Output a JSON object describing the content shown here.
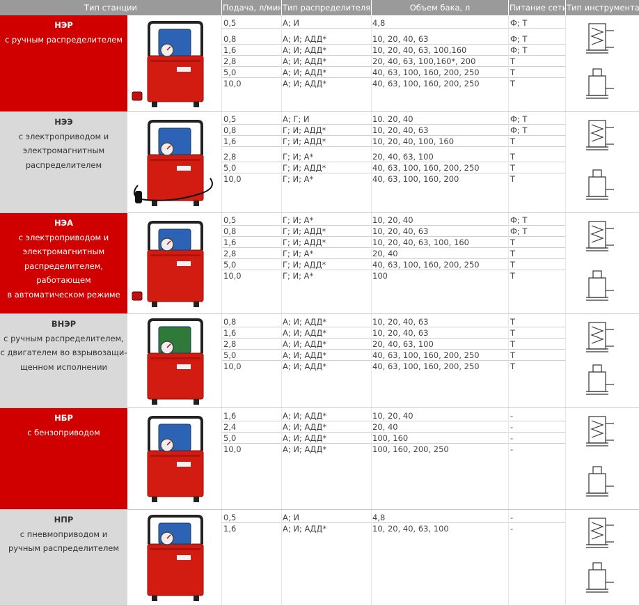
{
  "header": {
    "station_type": "Тип станции",
    "flow": "Подача, л/мин",
    "valve_type": "Тип распределителя",
    "tank_volume": "Объем бака, л",
    "power_supply": "Питание сети",
    "tool_type": "Тип инструмента"
  },
  "colors": {
    "accent_red": "#d10000",
    "row_grey": "#d9d9d9",
    "header_grey": "#9a9a9a"
  },
  "stations": [
    {
      "name": "НЭР",
      "desc": "с ручным распределителем",
      "rows": [
        {
          "flow": "0,5",
          "valve": "А; И",
          "tank": "4,8",
          "power": "Ф; Т"
        },
        {
          "flow": "0,8",
          "valve": "А; И; АДД*",
          "tank": "10, 20, 40, 63",
          "power": "Ф; Т"
        },
        {
          "flow": "1,6",
          "valve": "А; И; АДД*",
          "tank": "10, 20, 40, 63, 100,160",
          "power": "Ф; Т"
        },
        {
          "flow": "2,8",
          "valve": "А; И; АДД*",
          "tank": "20, 40, 63, 100,160*, 200",
          "power": "Т"
        },
        {
          "flow": "5,0",
          "valve": "А; И; АДД*",
          "tank": "40, 63, 100, 160, 200, 250",
          "power": "Т"
        },
        {
          "flow": "10,0",
          "valve": "А; И; АДД*",
          "tank": "40, 63, 100, 160, 200, 250",
          "power": "Т"
        }
      ]
    },
    {
      "name": "НЭЭ",
      "desc": "с электроприводом и\nэлектромагнитным\nраспределителем",
      "rows": [
        {
          "flow": "0,5",
          "valve": "А; Г; И",
          "tank": "10. 20, 40",
          "power": "Ф; Т"
        },
        {
          "flow": "0,8",
          "valve": "Г; И; АДД*",
          "tank": "10, 20, 40, 63",
          "power": "Ф; Т"
        },
        {
          "flow": "1,6",
          "valve": "Г; И; АДД*",
          "tank": "10, 20, 40, 100, 160",
          "power": "Т"
        },
        {
          "flow": "2,8",
          "valve": "Г; И; А*",
          "tank": "20, 40, 63, 100",
          "power": "Т"
        },
        {
          "flow": "5,0",
          "valve": "Г; И; АДД*",
          "tank": "40, 63, 100, 160, 200, 250",
          "power": "Т"
        },
        {
          "flow": "10,0",
          "valve": "Г; И; А*",
          "tank": "40, 63, 100, 160, 200",
          "power": "Т"
        }
      ]
    },
    {
      "name": "НЭА",
      "desc": "с электроприводом и\nэлектромагнитным\nраспределителем, работающем\nв автоматическом режиме",
      "rows": [
        {
          "flow": "0,5",
          "valve": "Г; И; А*",
          "tank": "10, 20, 40",
          "power": "Ф; Т"
        },
        {
          "flow": "0,8",
          "valve": "Г; И; АДД*",
          "tank": "10, 20, 40, 63",
          "power": "Ф; Т"
        },
        {
          "flow": "1,6",
          "valve": "Г; И; АДД*",
          "tank": "10, 20, 40, 63, 100, 160",
          "power": "Т"
        },
        {
          "flow": "2,8",
          "valve": "Г; И; А*",
          "tank": "20, 40",
          "power": "Т"
        },
        {
          "flow": "5,0",
          "valve": "Г; И; АДД*",
          "tank": "40, 63, 100, 160, 200, 250",
          "power": "Т"
        },
        {
          "flow": "10,0",
          "valve": "Г; И; А*",
          "tank": "100",
          "power": "Т"
        }
      ]
    },
    {
      "name": "ВНЭР",
      "desc": "с ручным распределителем,\nс двигателем во взрывозащи-\nщенном исполнении",
      "rows": [
        {
          "flow": "0,8",
          "valve": "А; И; АДД*",
          "tank": "10, 20, 40, 63",
          "power": "Т"
        },
        {
          "flow": "1,6",
          "valve": "А; И; АДД*",
          "tank": "10, 20, 40, 63",
          "power": "Т"
        },
        {
          "flow": "2,8",
          "valve": "А; И; АДД*",
          "tank": "20, 40, 63, 100",
          "power": "Т"
        },
        {
          "flow": "5,0",
          "valve": "А; И; АДД*",
          "tank": "40, 63, 100, 160, 200, 250",
          "power": "Т"
        },
        {
          "flow": "10,0",
          "valve": "А; И; АДД*",
          "tank": "40, 63, 100, 160, 200, 250",
          "power": "Т"
        }
      ]
    },
    {
      "name": "НБР",
      "desc": "с бензоприводом",
      "rows": [
        {
          "flow": "1,6",
          "valve": "А; И; АДД*",
          "tank": "10, 20, 40",
          "power": "-"
        },
        {
          "flow": "2,4",
          "valve": "А; И; АДД*",
          "tank": "20, 40",
          "power": "-"
        },
        {
          "flow": "5,0",
          "valve": "А; И; АДД*",
          "tank": "100, 160",
          "power": "-"
        },
        {
          "flow": "10,0",
          "valve": "А; И; АДД*",
          "tank": "100, 160, 200, 250",
          "power": "-"
        }
      ]
    },
    {
      "name": "НПР",
      "desc": "с пневмоприводом и\nручным распределителем",
      "rows": [
        {
          "flow": "0,5",
          "valve": "А; И",
          "tank": "4,8",
          "power": "-"
        },
        {
          "flow": "1,6",
          "valve": "А; И; АДД*",
          "tank": "10, 20, 40, 63, 100",
          "power": "-"
        }
      ]
    }
  ]
}
